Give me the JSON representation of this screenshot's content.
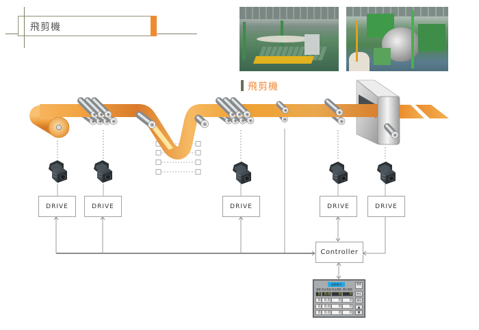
{
  "header": {
    "title": "飛剪機"
  },
  "section": {
    "label": "飛剪機"
  },
  "diagram": {
    "drives": [
      {
        "label": "DRIVE"
      },
      {
        "label": "DRIVE"
      },
      {
        "label": "DRIVE"
      },
      {
        "label": "DRIVE"
      },
      {
        "label": "DRIVE"
      }
    ],
    "controller": {
      "label": "Controller"
    },
    "hmi": {
      "title": "自動模式",
      "columns": [
        "張數",
        "設定長度",
        "設定張數",
        "累計張數"
      ],
      "rows": [
        [
          "0",
          "0.0",
          "0",
          "0"
        ],
        [
          "0",
          "0.0",
          "0",
          "0"
        ],
        [
          "0",
          "0.0",
          "0",
          "0"
        ],
        [
          "0",
          "0.0",
          "0",
          "0"
        ]
      ],
      "side_buttons": [
        "畫面",
        "設定",
        "清除"
      ],
      "arrows": {
        "up": "▲",
        "down": "▼"
      }
    }
  },
  "colors": {
    "accent": "#f08a30",
    "strip": "#f2a33a",
    "section_label": "#f08a3a",
    "hmi_title": "#29a8e0",
    "hmi_value_text": "#c6e04a"
  }
}
